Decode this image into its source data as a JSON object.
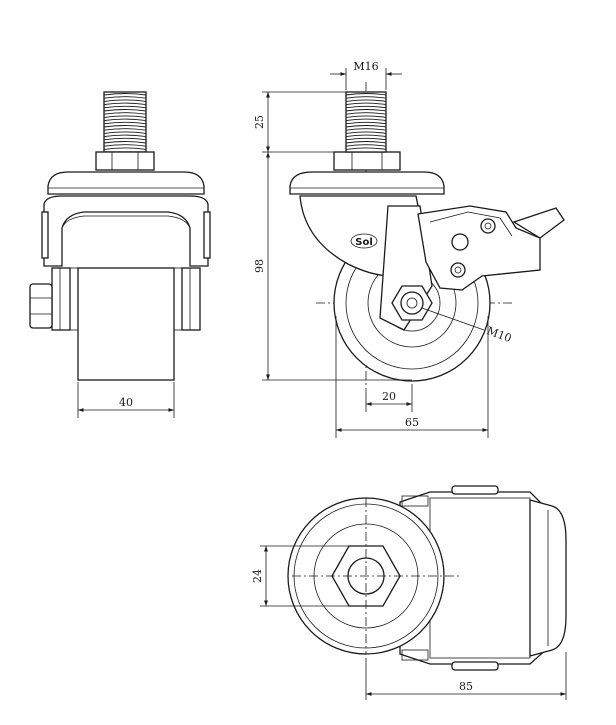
{
  "dimensions": {
    "thread_size": "M16",
    "stem_length": "25",
    "overall_height": "98",
    "wheel_width": "40",
    "axle_offset": "20",
    "swivel_radius": "65",
    "axle_bolt": "M10",
    "nut_size": "24",
    "total_length": "85"
  },
  "logo": {
    "text": "Sol"
  },
  "colors": {
    "line": "#1a1a1a",
    "background": "#ffffff"
  }
}
